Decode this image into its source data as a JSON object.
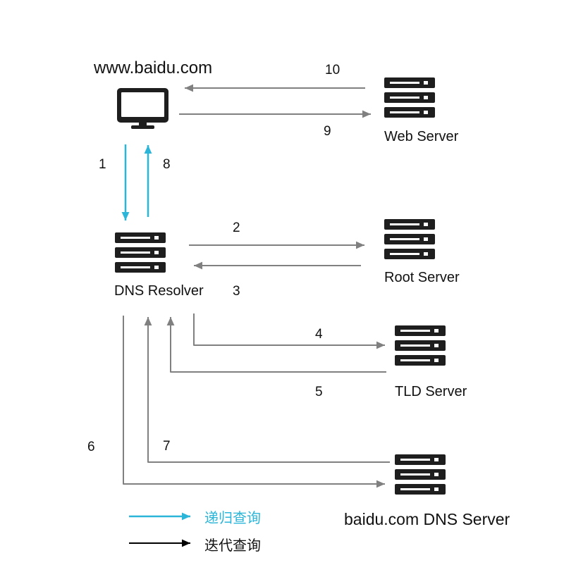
{
  "colors": {
    "recursive": "#2bb5d8",
    "iterative": "#000000",
    "flow": "#808080",
    "icon": "#1e1e1e"
  },
  "icons": {
    "client": "monitor-icon",
    "server": "server-icon"
  },
  "nodes": {
    "client": {
      "label": "www.baidu.com"
    },
    "web_server": {
      "label": "Web Server"
    },
    "resolver": {
      "label": "DNS Resolver"
    },
    "root_server": {
      "label": "Root Server"
    },
    "tld_server": {
      "label": "TLD Server"
    },
    "authoritative_server": {
      "label": "baidu.com DNS Server"
    }
  },
  "steps": [
    "1",
    "2",
    "3",
    "4",
    "5",
    "6",
    "7",
    "8",
    "9",
    "10"
  ],
  "legend": [
    {
      "label": "递归查询",
      "color": "#2bb5d8"
    },
    {
      "label": "迭代查询",
      "color": "#000000"
    }
  ]
}
